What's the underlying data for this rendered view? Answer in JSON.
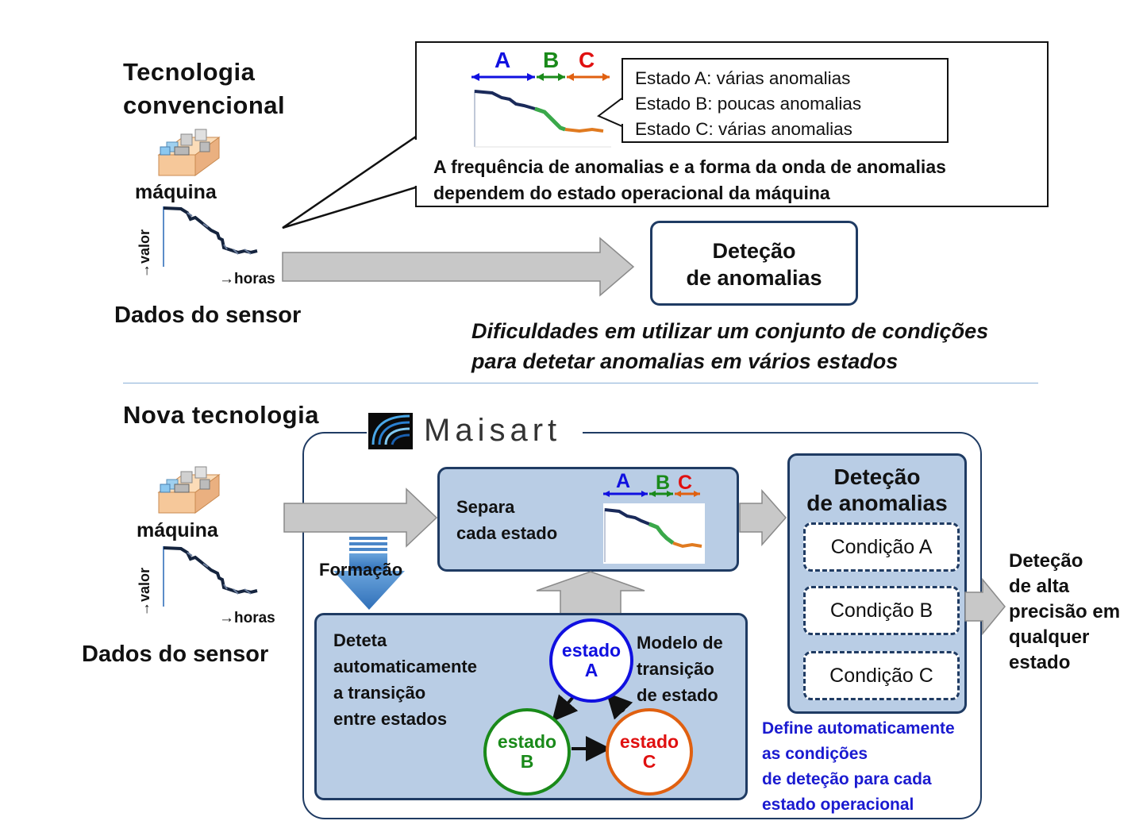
{
  "conventional": {
    "title_line1": "Tecnologia",
    "title_line2": "convencional",
    "machine_label": "máquina",
    "y_axis": "→valor",
    "x_axis": "→horas",
    "sensor_data": "Dados do sensor",
    "callout": {
      "letter_a": "A",
      "letter_b": "B",
      "letter_c": "C",
      "state_a": "Estado A: várias anomalias",
      "state_b": "Estado B: poucas anomalias",
      "state_c": "Estado C: várias anomalias",
      "caption_line1": "A frequência de anomalias e a forma da onda de anomalias",
      "caption_line2": "dependem do estado operacional da máquina"
    },
    "detection_line1": "Deteção",
    "detection_line2": "de anomalias",
    "difficulty_line1": "Dificuldades em utilizar um conjunto de condições",
    "difficulty_line2": "para detetar anomalias em vários estados"
  },
  "new": {
    "title": "Nova tecnologia",
    "brand": "Maisart",
    "machine_label": "máquina",
    "y_axis": "→valor",
    "x_axis": "→horas",
    "sensor_data": "Dados do sensor",
    "training": "Formação",
    "separate_line1": "Separa",
    "separate_line2": "cada estado",
    "letter_a": "A",
    "letter_b": "B",
    "letter_c": "C",
    "auto_detect": [
      "Deteta",
      "automaticamente",
      "a transição",
      "entre estados"
    ],
    "model": [
      "Modelo de",
      "transição",
      "de estado"
    ],
    "state_word": "estado",
    "state_a": "A",
    "state_b": "B",
    "state_c": "C",
    "detection_line1": "Deteção",
    "detection_line2": "de anomalias",
    "conditions": [
      "Condição A",
      "Condição B",
      "Condição C"
    ],
    "define_note": [
      "Define automaticamente",
      "as condições",
      "de deteção para cada",
      "estado operacional"
    ],
    "result": [
      "Deteção",
      "de alta",
      "precisão em",
      "qualquer",
      "estado"
    ]
  },
  "colors": {
    "state_a": "#1010e0",
    "state_b": "#1a8a1a",
    "state_c": "#e06010",
    "label_c_red": "#e01010",
    "box_fill": "#b9cde5",
    "box_border": "#1f3b63",
    "arrow_gray": "#c8c8c8",
    "note_blue": "#1a1ad0",
    "training_arrow": "#4a86c8"
  },
  "icons": [
    "machine-icon",
    "sensor-chart-icon",
    "maisart-logo-icon"
  ]
}
